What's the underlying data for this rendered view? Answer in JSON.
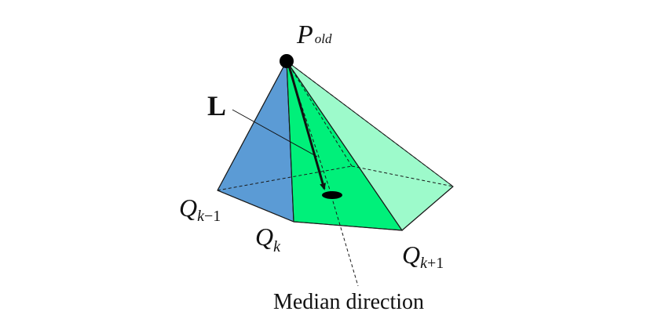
{
  "labels": {
    "point_main": "P",
    "point_sub": "old",
    "vector_label": "L",
    "q_prev_main": "Q",
    "q_prev_sub_k": "k",
    "q_prev_sub_rest": "−1",
    "q_cur_main": "Q",
    "q_cur_sub": "k",
    "q_next_main": "Q",
    "q_next_sub_k": "k",
    "q_next_sub_rest": "+1",
    "median_direction": "Median direction"
  },
  "colors": {
    "left_face": "#5b9bd5",
    "front_face": "#00f07a",
    "right_face": "#9dfacb",
    "edge": "#1a1a1a",
    "dashed": "#1a1a1a"
  }
}
